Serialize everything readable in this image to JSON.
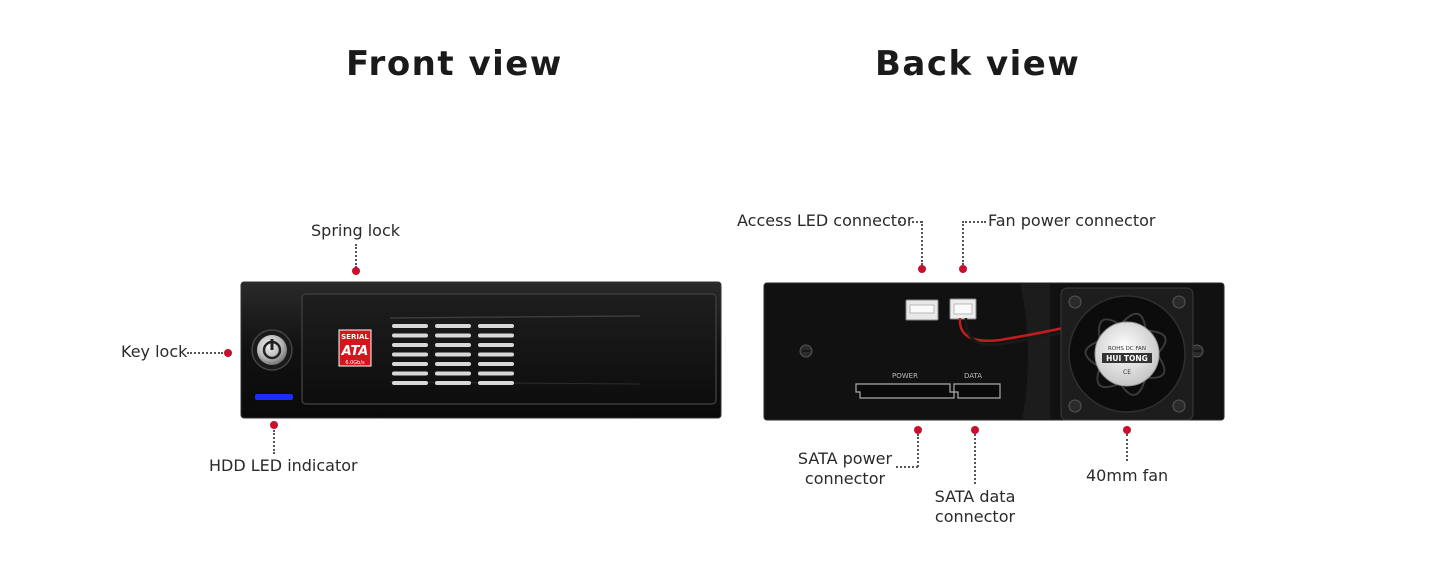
{
  "titles": {
    "front": "Front view",
    "back": "Back view"
  },
  "front_labels": {
    "spring_lock": "Spring lock",
    "key_lock": "Key lock",
    "hdd_led": "HDD LED indicator"
  },
  "back_labels": {
    "access_led": "Access LED connector",
    "fan_power": "Fan power connector",
    "sata_power_line1": "SATA power",
    "sata_power_line2": "connector",
    "sata_data_line1": "SATA data",
    "sata_data_line2": "connector",
    "fan": "40mm fan"
  },
  "badge": {
    "serial": "SERIAL",
    "ata": "ATA",
    "speed": "6.0Gb/s"
  },
  "port_labels": {
    "power": "POWER",
    "data": "DATA"
  },
  "fan_text": {
    "brand": "HUI TONG",
    "rohs": "ROHS DC FAN",
    "ce": "CE"
  },
  "colors": {
    "accent_dot": "#c8102e",
    "device_body": "#111111",
    "led": "#1a2cff"
  }
}
